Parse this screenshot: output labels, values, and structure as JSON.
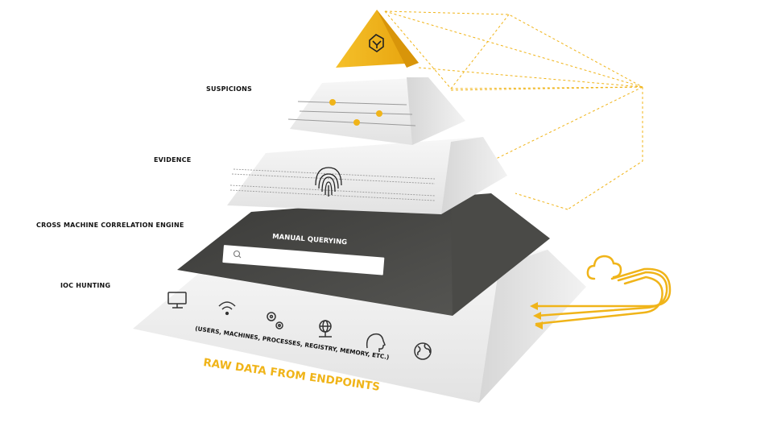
{
  "labels": {
    "suspicions": "SUSPICIONS",
    "evidence": "EVIDENCE",
    "correlation": "CROSS MACHINE CORRELATION ENGINE",
    "ioc": "IOC HUNTING"
  },
  "manual_querying": "MANUAL QUERYING",
  "data_types": "(USERS, MACHINES, PROCESSES, REGISTRY, MEMORY, ETC.)",
  "raw_data": "RAW DATA FROM ENDPOINTS",
  "colors": {
    "accent": "#f0b419",
    "dark": "#3e3e3b",
    "light": "#efefef"
  },
  "icons": [
    "triangle-logo-icon",
    "warning-icon",
    "fingerprint-icon",
    "search-icon",
    "monitor-icon",
    "wifi-icon",
    "gears-icon",
    "network-icon",
    "user-head-icon",
    "globe-icon",
    "cloud-icon"
  ]
}
